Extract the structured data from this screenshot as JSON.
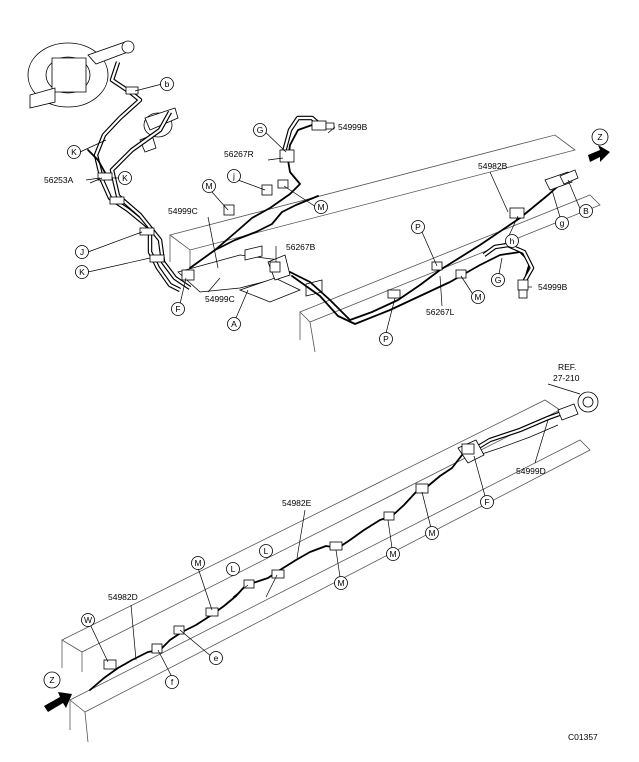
{
  "callouts": {
    "c1": "b",
    "c2": "K",
    "c3": "K",
    "c4": "J",
    "c5": "K",
    "c6": "F",
    "c7": "A",
    "c8": "G",
    "c9": "M",
    "c10": "j",
    "c11": "M",
    "c12": "Z",
    "c13": "g",
    "c14": "B",
    "c15": "h",
    "c16": "P",
    "c17": "G",
    "c18": "M",
    "c19": "P",
    "c20": "Z",
    "c21": "F",
    "c22": "M",
    "c23": "M",
    "c24": "M",
    "c25": "L",
    "c26": "L",
    "c27": "M",
    "c28": "W",
    "c29": "f",
    "c30": "e"
  },
  "part_numbers": {
    "p1": "56253A",
    "p2": "56267R",
    "p3": "54999B",
    "p4": "54999C",
    "p5": "56267B",
    "p6": "54999C",
    "p7": "54982B",
    "p8": "54999B",
    "p9": "56267L",
    "p10": "REF.",
    "p11": "27-210",
    "p12": "54999D",
    "p13": "54982E",
    "p14": "54982D"
  },
  "figure_code": "C01357",
  "icons": [
    "arrow-icon",
    "callout-circle-icon"
  ]
}
